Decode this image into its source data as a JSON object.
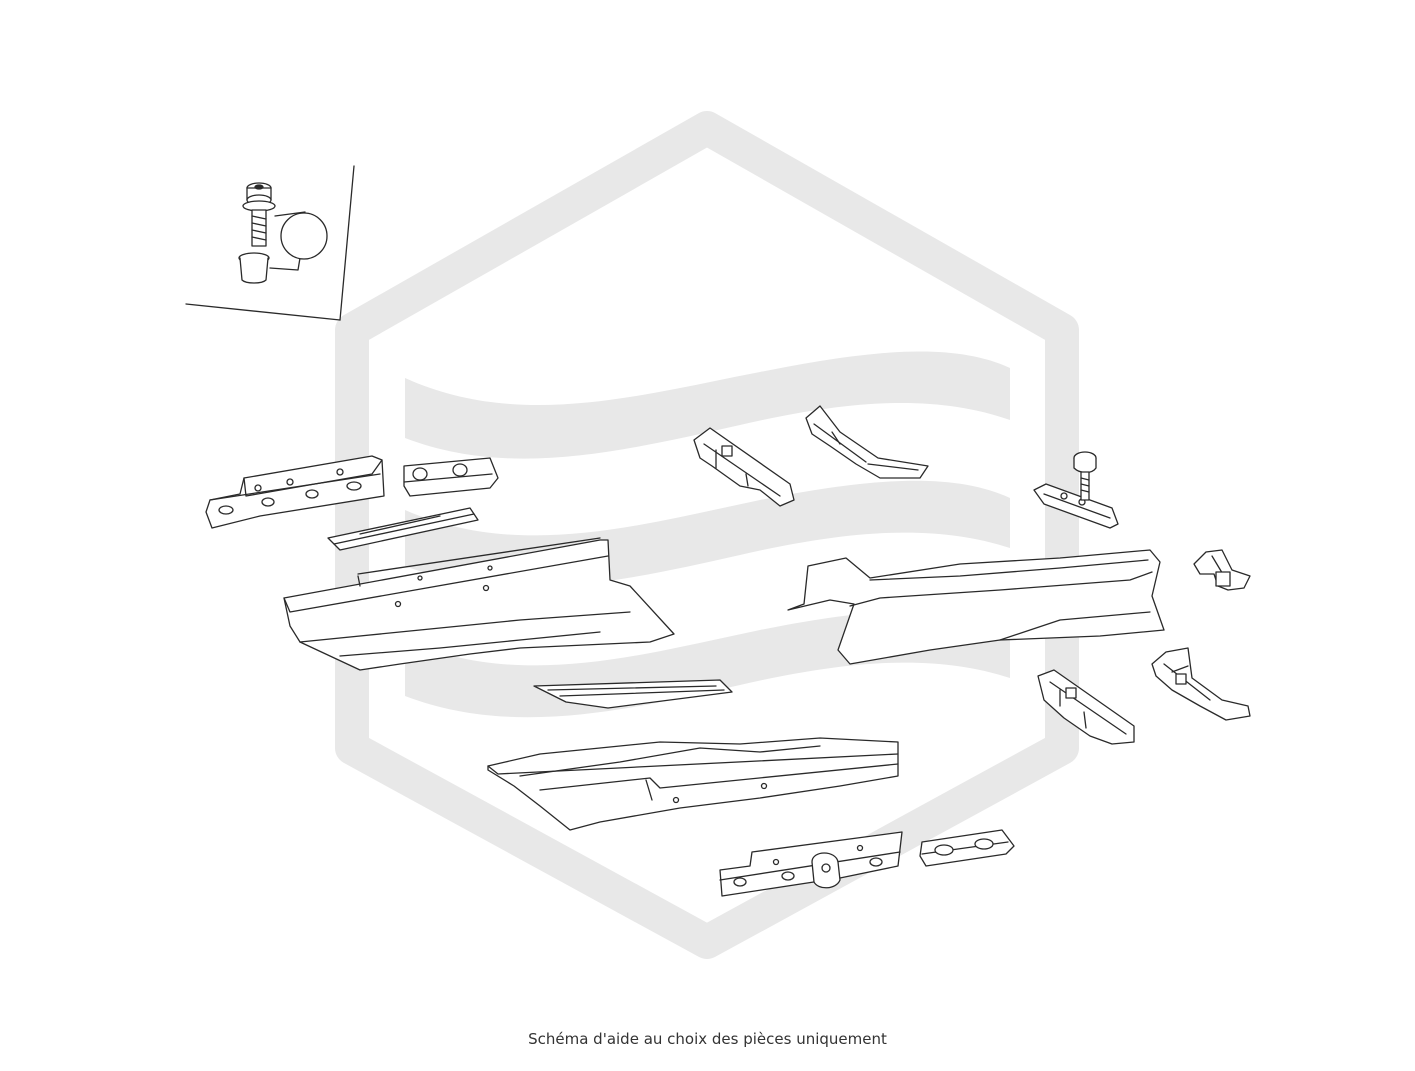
{
  "caption": "Schéma d'aide au choix des pièces uniquement",
  "watermark": {
    "color": "#e8e8e8",
    "icon": "hexagon-waves-logo"
  },
  "line_color": "#2a2a2a",
  "parts": [
    {
      "name": "inset-fastener-detail"
    },
    {
      "name": "left-sill-bracket-long"
    },
    {
      "name": "left-sill-bracket-short"
    },
    {
      "name": "left-rail-strip"
    },
    {
      "name": "left-floor-panel"
    },
    {
      "name": "center-strip"
    },
    {
      "name": "right-floor-panel"
    },
    {
      "name": "right-sill-bracket-long"
    },
    {
      "name": "right-sill-bracket-short"
    },
    {
      "name": "crossmember-bracket-left"
    },
    {
      "name": "crossmember-bracket-right"
    },
    {
      "name": "bolt-and-plate"
    },
    {
      "name": "rear-floor-pan"
    },
    {
      "name": "small-clip-bracket"
    },
    {
      "name": "rear-bracket-left"
    },
    {
      "name": "rear-bracket-right"
    }
  ]
}
